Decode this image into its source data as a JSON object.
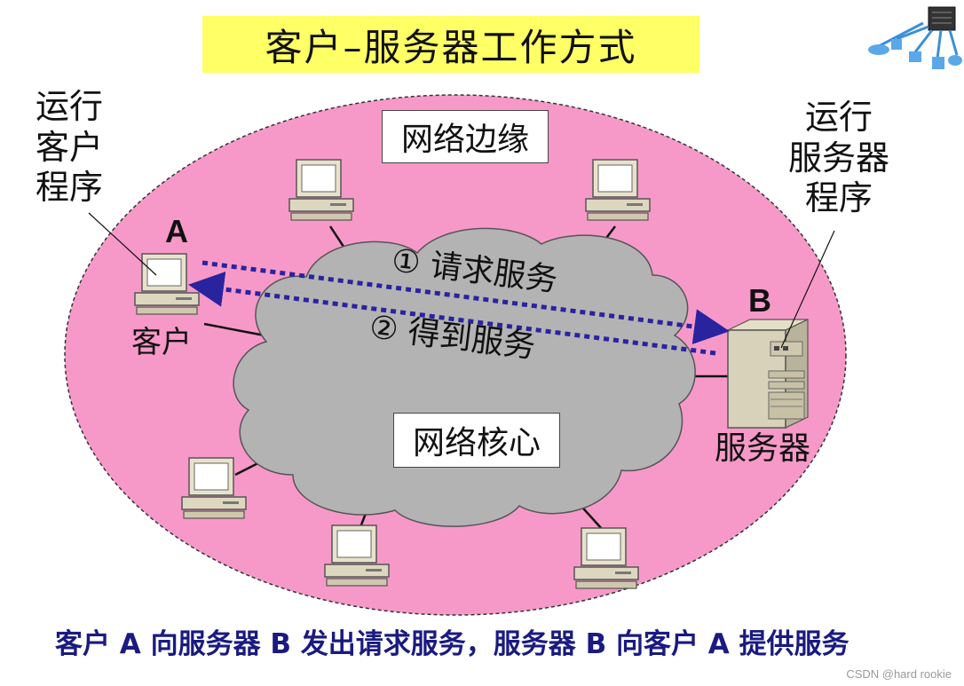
{
  "title": "客户–服务器工作方式",
  "labels": {
    "run_client_program": [
      "运行",
      "客户",
      "程序"
    ],
    "run_server_program": [
      "运行",
      "服务器",
      "程序"
    ],
    "network_edge": "网络边缘",
    "network_core": "网络核心",
    "host_a": "A",
    "host_b": "B",
    "client": "客户",
    "server": "服务器"
  },
  "steps": [
    {
      "num": "①",
      "text": "请求服务"
    },
    {
      "num": "②",
      "text": "得到服务"
    }
  ],
  "caption": "客户 A 向服务器 B 发出请求服务，服务器 B 向客户 A 提供服务",
  "watermark": "CSDN @hard rookie",
  "colors": {
    "edge_fill": "#f799c8",
    "core_fill": "#b3b3b3",
    "title_bg": "#ffff66",
    "arrow": "#2a23a0",
    "caption": "#1a1a80"
  },
  "icons": [
    "desktop-computer-icon",
    "server-tower-icon",
    "network-logo-icon"
  ]
}
